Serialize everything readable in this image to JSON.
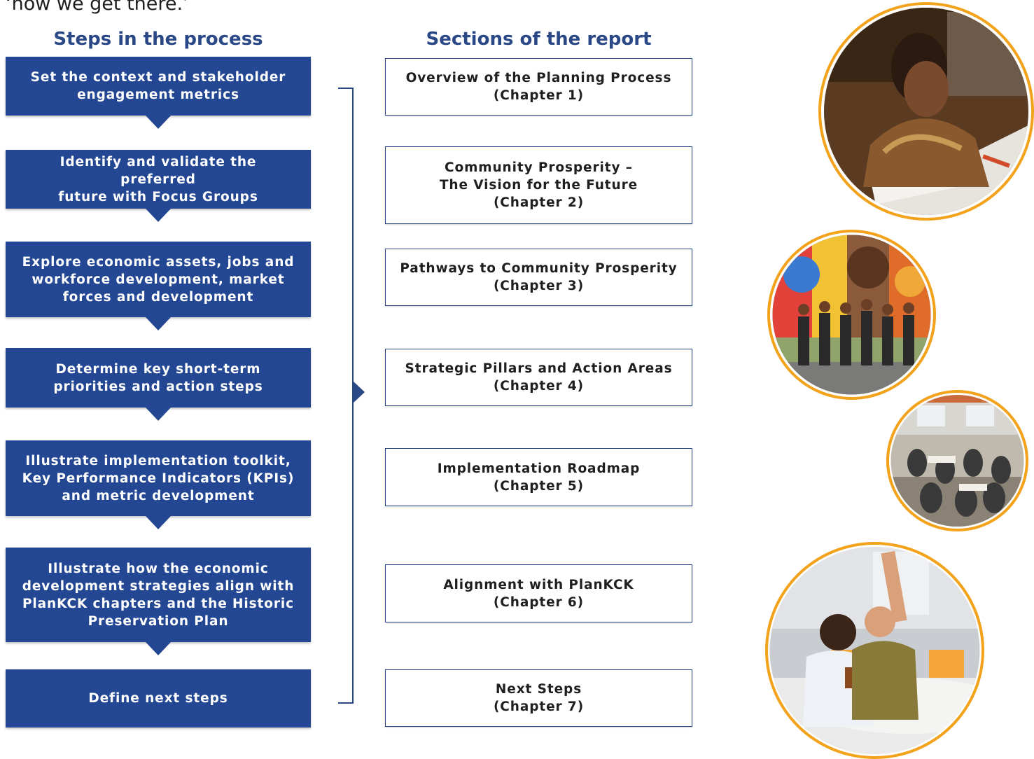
{
  "intro_text": "‘how we get there.’",
  "steps_heading": "Steps in the process",
  "sections_heading": "Sections of the report",
  "steps": [
    {
      "lines": [
        "Set the context and stakeholder",
        "engagement metrics"
      ]
    },
    {
      "lines": [
        "Identify and validate the preferred",
        "future with Focus Groups"
      ]
    },
    {
      "lines": [
        "Explore economic assets, jobs and",
        "workforce development, market",
        "forces and development"
      ]
    },
    {
      "lines": [
        "Determine key short-term",
        "priorities and action steps"
      ]
    },
    {
      "lines": [
        "Illustrate implementation toolkit,",
        "Key Performance Indicators (KPIs)",
        "and metric development"
      ]
    },
    {
      "lines": [
        "Illustrate how the economic",
        "development strategies align with",
        "PlanKCK chapters and the Historic",
        "Preservation Plan"
      ]
    },
    {
      "lines": [
        "Define next steps"
      ]
    }
  ],
  "sections": [
    {
      "lines": [
        "Overview of the Planning Process",
        "(Chapter 1)"
      ]
    },
    {
      "lines": [
        "Community Prosperity –",
        "The Vision for the Future",
        "(Chapter 2)"
      ]
    },
    {
      "lines": [
        "Pathways to Community Prosperity",
        "(Chapter 3)"
      ]
    },
    {
      "lines": [
        "Strategic Pillars and Action Areas",
        "(Chapter 4)"
      ]
    },
    {
      "lines": [
        "Implementation Roadmap",
        "(Chapter 5)"
      ]
    },
    {
      "lines": [
        "Alignment with PlanKCK",
        "(Chapter 6)"
      ]
    },
    {
      "lines": [
        "Next Steps",
        "(Chapter 7)"
      ]
    }
  ],
  "colors": {
    "step_fill": "#234793",
    "heading": "#2a4786",
    "photo_ring": "#f2a21b"
  },
  "photos": [
    {
      "icon": "photo-person-writing"
    },
    {
      "icon": "photo-group-mural"
    },
    {
      "icon": "photo-meeting-room"
    },
    {
      "icon": "photo-raised-hand"
    }
  ]
}
